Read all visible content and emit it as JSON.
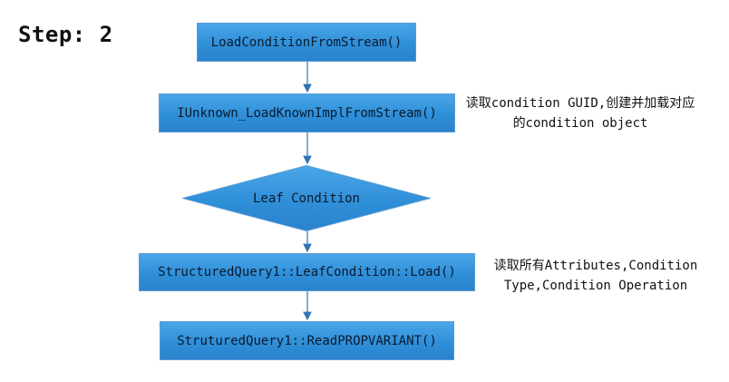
{
  "title": "Step: 2",
  "nodes": {
    "load_condition": "LoadConditionFromStream()",
    "iunknown_load": "IUnknown_LoadKnownImplFromStream()",
    "leaf_condition": "Leaf Condition",
    "leaf_load": "StructuredQuery1::LeafCondition::Load()",
    "read_propvariant": "StruturedQuery1::ReadPROPVARIANT()"
  },
  "notes": {
    "note1_line1": "读取condition GUID,创建并加载对应",
    "note1_line2": "的condition object",
    "note2_line1": "读取所有Attributes,Condition",
    "note2_line2": "Type,Condition Operation"
  },
  "colors": {
    "node_fill": "#3592dc",
    "node_border": "#5b9bd5",
    "arrow": "#2e75b6"
  }
}
